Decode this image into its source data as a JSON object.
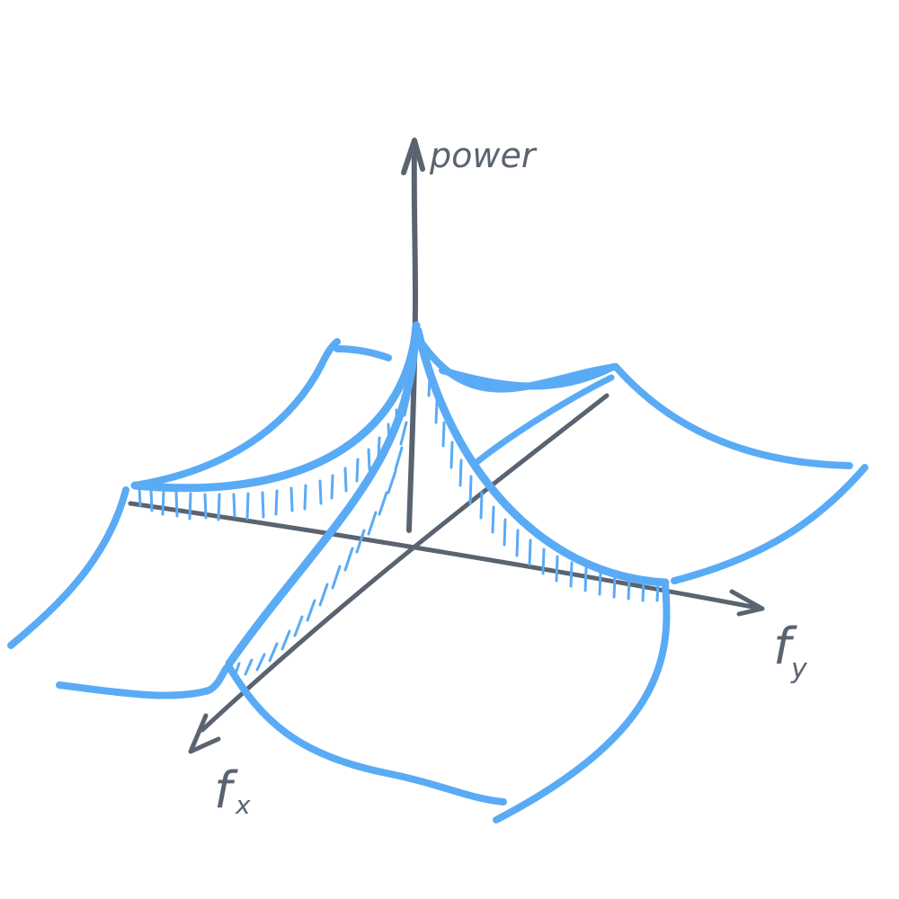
{
  "colors": {
    "axis": "#5a6470",
    "surface": "#5aabf5",
    "background": "#ffffff"
  },
  "labels": {
    "power": "power",
    "fy": "f",
    "fy_sub": "y",
    "fx": "f",
    "fx_sub": "x"
  }
}
